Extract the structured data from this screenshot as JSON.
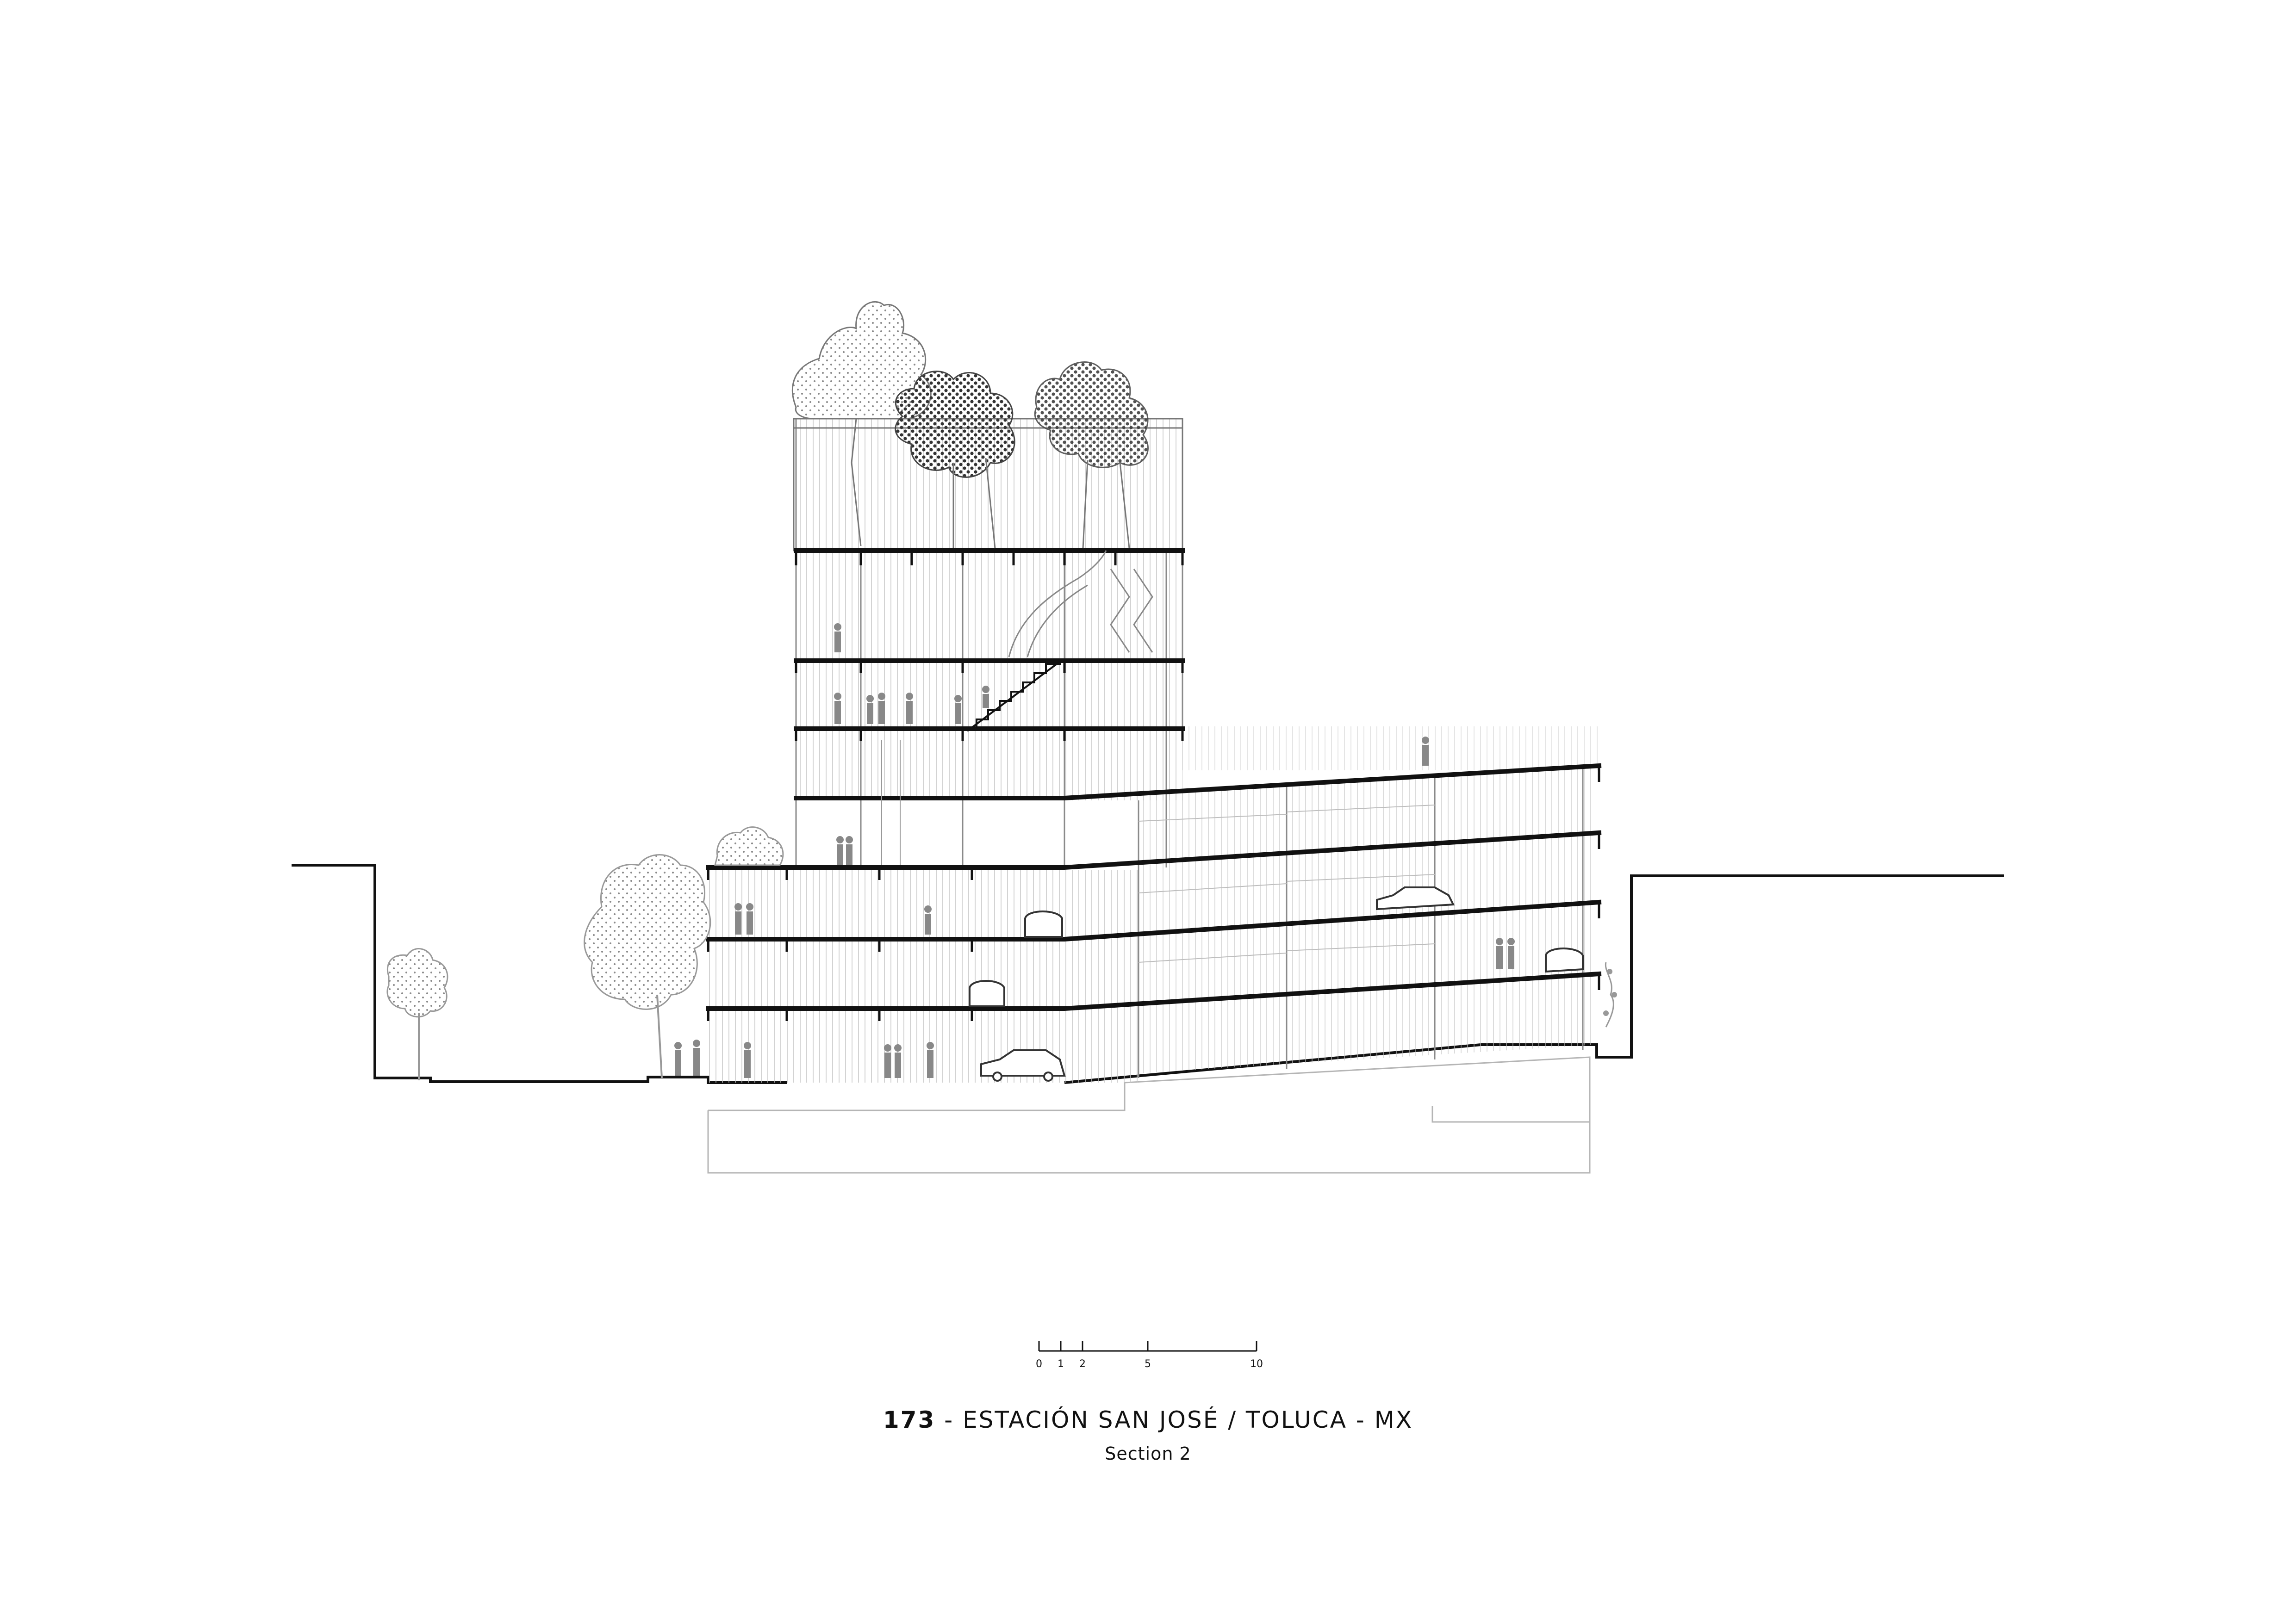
{
  "drawing": {
    "project_number": "173",
    "title_rest": "- ESTACIÓN SAN JOSÉ / TOLUCA - MX",
    "subtitle": "Section 2"
  },
  "scale_bar": {
    "labels": [
      "0",
      "1",
      "2",
      "5",
      "10"
    ]
  },
  "colors": {
    "line": "#111111",
    "thin_line": "#9a9a9a",
    "dotted": "#6a6a6a"
  }
}
